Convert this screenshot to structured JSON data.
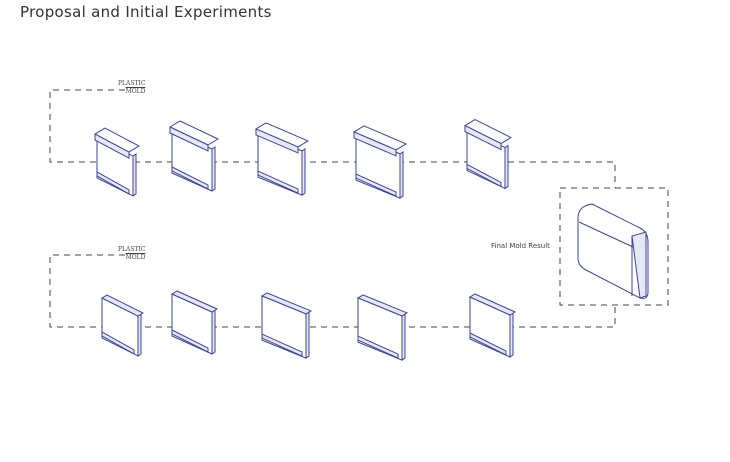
{
  "title": "Proposal and Initial Experiments",
  "top_row": {
    "label_line1": "PLASTIC",
    "label_line2": "MOLD"
  },
  "bottom_row": {
    "label_line1": "PLASTIC",
    "label_line2": "MOLD"
  },
  "final_label": "Final Mold Result",
  "colors": {
    "line": "#3d4596",
    "dash": "#444444"
  }
}
